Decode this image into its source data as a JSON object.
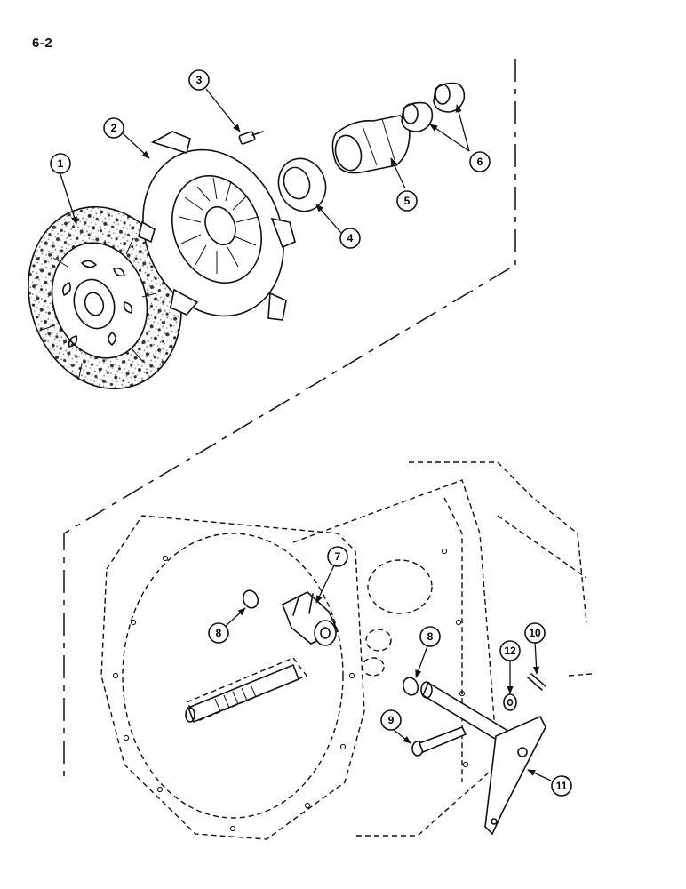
{
  "page": {
    "number": "6-2"
  },
  "callouts": [
    {
      "id": "c1",
      "label": "1"
    },
    {
      "id": "c2",
      "label": "2"
    },
    {
      "id": "c3",
      "label": "3"
    },
    {
      "id": "c4",
      "label": "4"
    },
    {
      "id": "c5",
      "label": "5"
    },
    {
      "id": "c6",
      "label": "6"
    },
    {
      "id": "c7",
      "label": "7"
    },
    {
      "id": "c8a",
      "label": "8"
    },
    {
      "id": "c8b",
      "label": "8"
    },
    {
      "id": "c9",
      "label": "9"
    },
    {
      "id": "c10",
      "label": "10"
    },
    {
      "id": "c11",
      "label": "11"
    },
    {
      "id": "c12",
      "label": "12"
    }
  ]
}
